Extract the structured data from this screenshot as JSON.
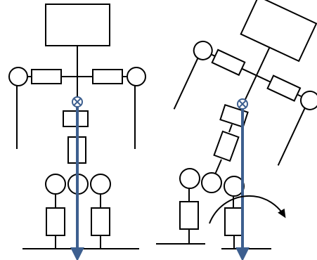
{
  "figure": {
    "panels": [
      {
        "id": "upright",
        "description_visible": false
      },
      {
        "id": "tilted",
        "description_visible": false
      }
    ],
    "colors": {
      "stroke": "#000000",
      "fill": "#ffffff",
      "axis": "#3d5f8f"
    },
    "icons": [
      "upright-robot-figure",
      "tilted-robot-figure",
      "rotation-arrow-icon",
      "center-of-mass-marker-icon"
    ]
  }
}
